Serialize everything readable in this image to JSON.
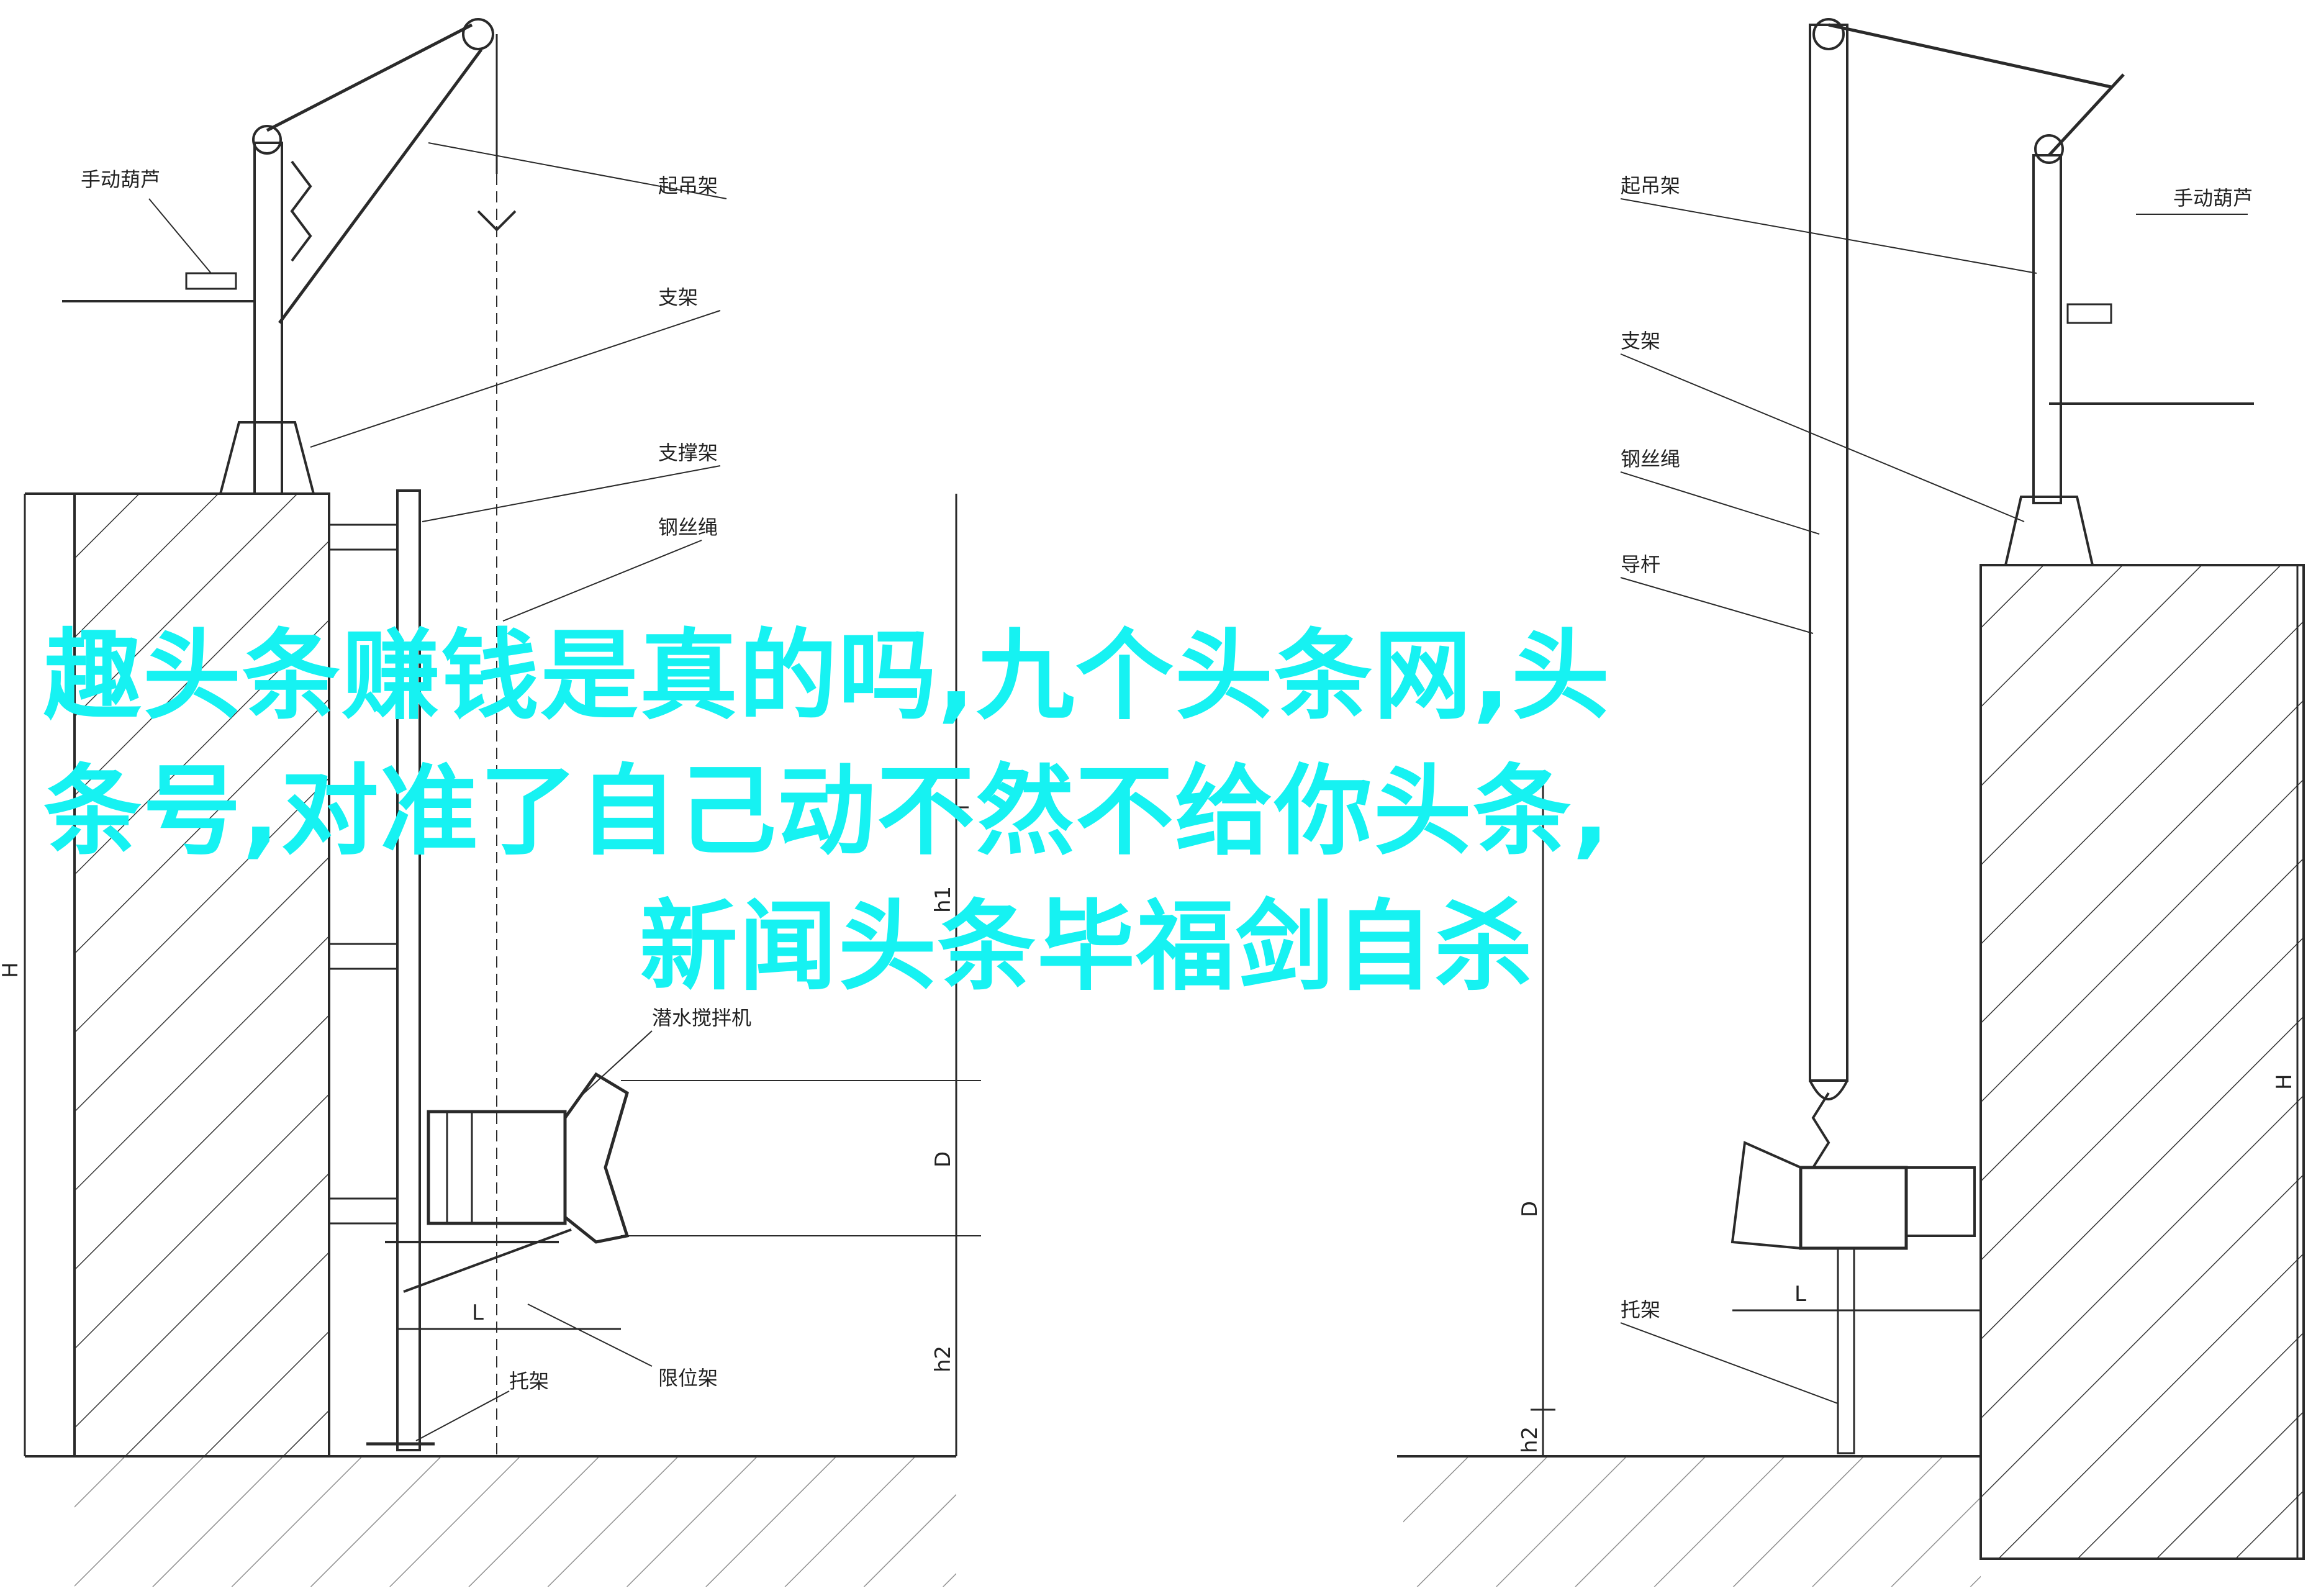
{
  "headline": {
    "line1": "趣头条赚钱是真的吗,九个头条网,头",
    "line2": "条号,对准了自己动不然不给你头条,",
    "line3": "新闻头条毕福剑自杀"
  },
  "left_labels": {
    "hoist": "手动葫芦",
    "lifting_frame": "起吊架",
    "support": "支架",
    "bracket": "支撑架",
    "wire_rope": "钢丝绳",
    "mixer": "潜水搅拌机",
    "limit_frame": "限位架",
    "tray": "托架"
  },
  "right_labels": {
    "lifting_frame": "起吊架",
    "hoist": "手动葫芦",
    "support": "支架",
    "wire_rope": "钢丝绳",
    "guide_rod": "导杆",
    "tray": "托架"
  },
  "dimensions": {
    "H": "H",
    "h1": "h1",
    "D": "D",
    "h2": "h2",
    "L": "L"
  },
  "colors": {
    "headline": "#16f2f2",
    "line": "#2a2a2a"
  }
}
